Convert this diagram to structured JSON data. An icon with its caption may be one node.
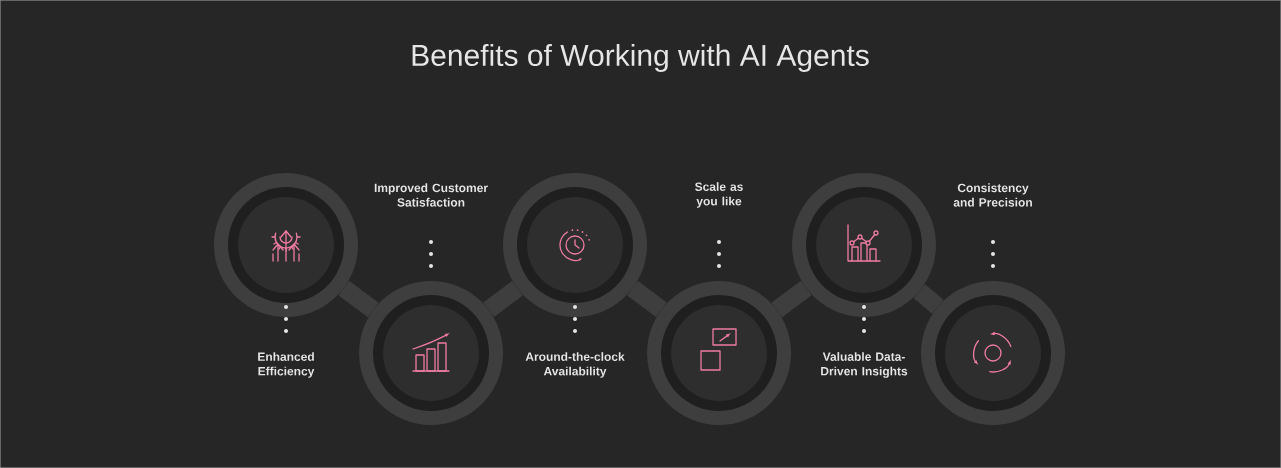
{
  "diagram": {
    "title": "Benefits of Working with AI Agents",
    "nodes": [
      {
        "text": [],
        "shape": "circle"
      },
      {
        "text": [],
        "shape": "circle"
      },
      {
        "text": [],
        "shape": "circle"
      },
      {
        "text": [],
        "shape": "circle"
      },
      {
        "text": [],
        "shape": "circle"
      },
      {
        "text": [],
        "shape": "circle"
      }
    ],
    "edges": [
      {
        "from": 0,
        "to": 1,
        "arrow": "none"
      },
      {
        "from": 1,
        "to": 2,
        "arrow": "none"
      },
      {
        "from": 2,
        "to": 3,
        "arrow": "none"
      },
      {
        "from": 3,
        "to": 4,
        "arrow": "none"
      },
      {
        "from": 4,
        "to": 5,
        "arrow": "none"
      }
    ],
    "labels": [
      "Improved Customer Satisfaction",
      "Scale as you like",
      "Consistency and Precision",
      "Enhanced Efficiency",
      "Around-the-clock Availability",
      "Valuable Data-Driven Insights"
    ]
  }
}
